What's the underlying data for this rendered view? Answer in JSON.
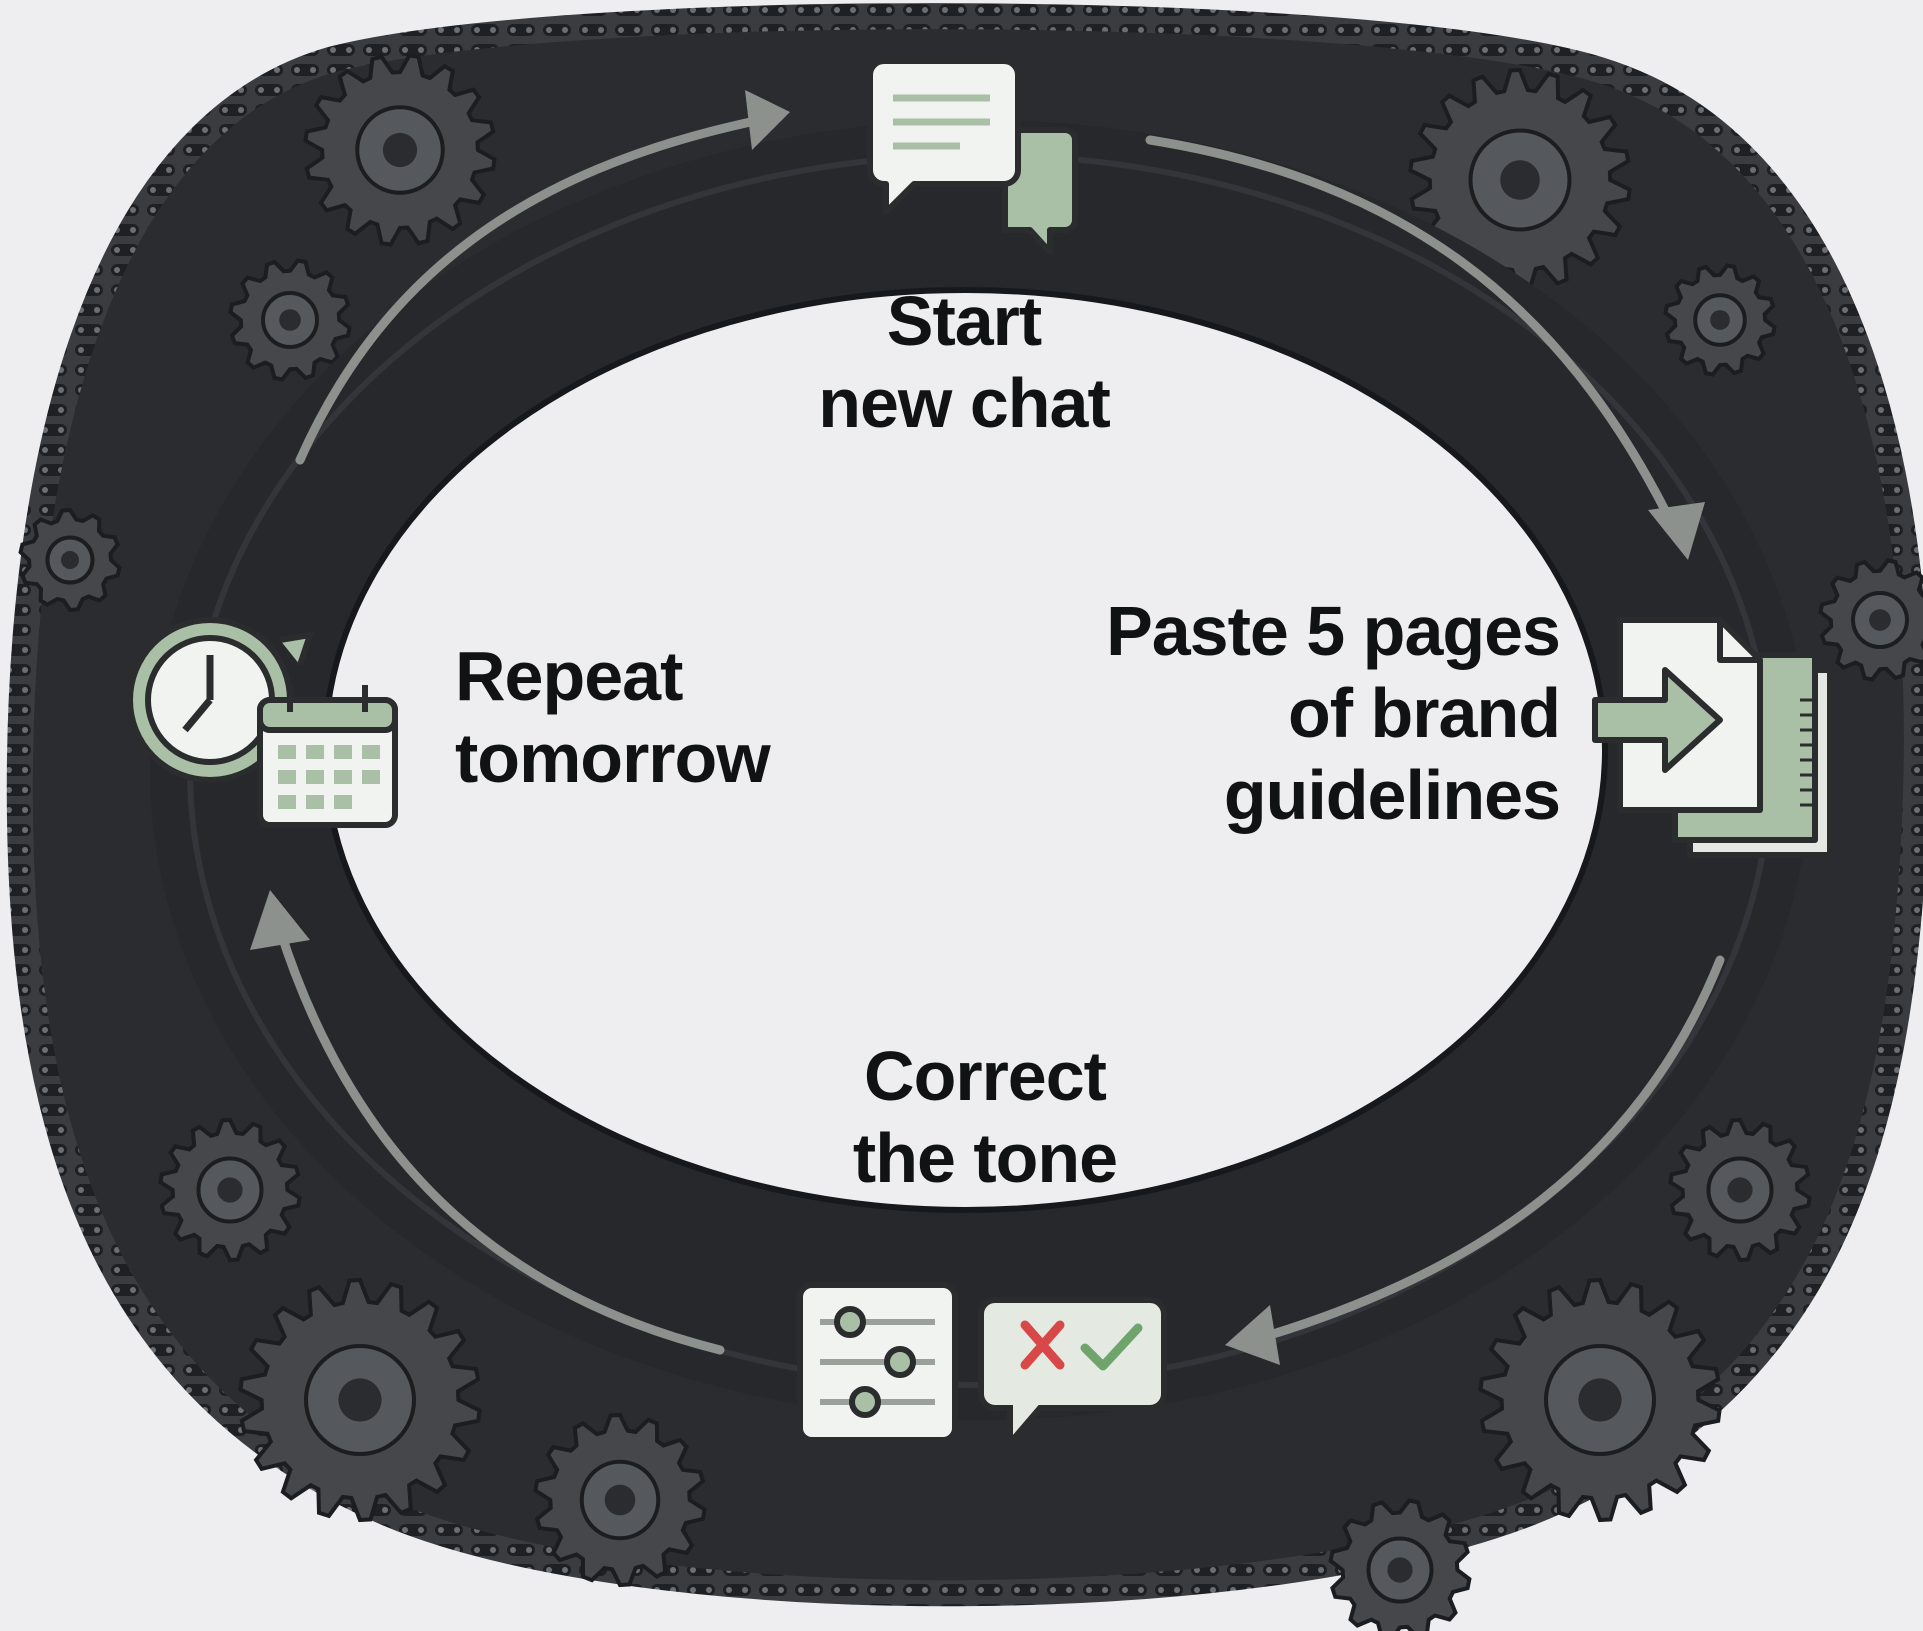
{
  "steps": [
    {
      "id": "start",
      "lines": [
        "Start",
        "new chat"
      ],
      "icon": "chat-bubbles-icon"
    },
    {
      "id": "paste",
      "lines": [
        "Paste 5 pages",
        "of brand",
        "guidelines"
      ],
      "icon": "document-stack-arrow-icon"
    },
    {
      "id": "correct",
      "lines": [
        "Correct",
        "the tone"
      ],
      "icon": "sliders-and-check-cross-icon"
    },
    {
      "id": "repeat",
      "lines": [
        "Repeat",
        "tomorrow"
      ],
      "icon": "clock-calendar-icon"
    }
  ],
  "colors": {
    "background": "#eeeef0",
    "ring": "#2b2d31",
    "ring_dark": "#1c1d20",
    "chain": "#3a3c40",
    "gear": "#45474b",
    "accent_green": "#a9bfa6",
    "icon_fill": "#f1f3f0",
    "icon_stroke": "#2a2c2e",
    "arrow": "#8c918d",
    "cross_red": "#d94848",
    "check_green": "#6fa46c"
  }
}
